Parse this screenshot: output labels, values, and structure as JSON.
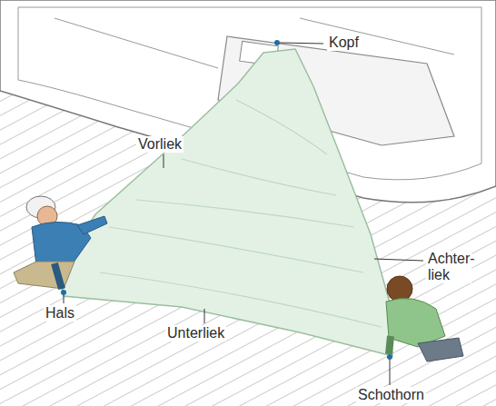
{
  "diagram": {
    "labels": [
      "Kopf",
      "Vorliek",
      "Achter- liek",
      "Hals",
      "Unterliek",
      "Schothorn"
    ]
  }
}
